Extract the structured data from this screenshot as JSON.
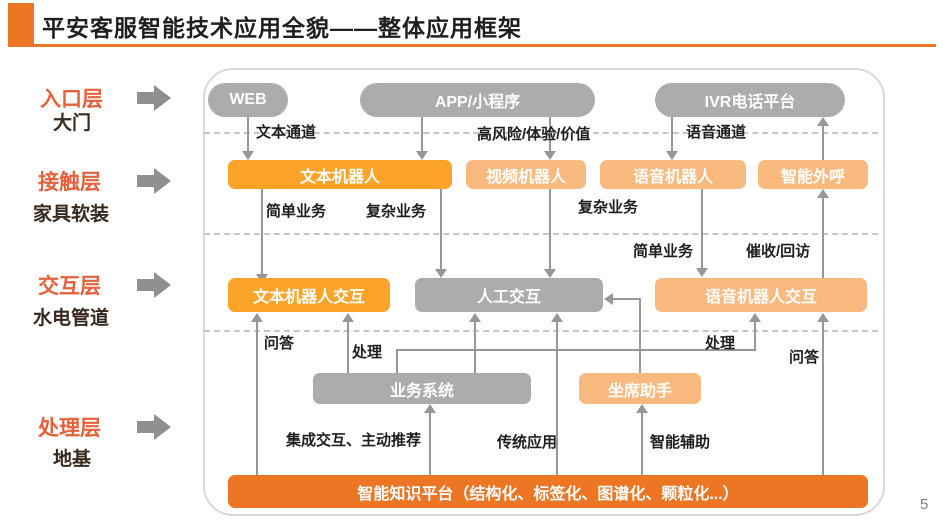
{
  "title": "平安客服智能技术应用全貌——整体应用框架",
  "page_number": "5",
  "colors": {
    "brand_orange": "#ED7625",
    "bright_orange": "#FBA429",
    "light_orange": "#F9B97F",
    "box_gray": "#ACACAC",
    "layer_label": "#E6603C",
    "line_gray": "#979797",
    "text_dark": "#1F1F1F"
  },
  "sidebar": {
    "layers": [
      {
        "name": "入口层",
        "metaphor": "大门"
      },
      {
        "name": "接触层",
        "metaphor": "家具软装"
      },
      {
        "name": "交互层",
        "metaphor": "水电管道"
      },
      {
        "name": "处理层",
        "metaphor": "地基"
      }
    ]
  },
  "diagram": {
    "entry": {
      "web": "WEB",
      "app": "APP/小程序",
      "ivr": "IVR电话平台"
    },
    "touch": {
      "text_robot": "文本机器人",
      "video_robot": "视频机器人",
      "voice_robot": "语音机器人",
      "outbound_call": "智能外呼"
    },
    "interaction": {
      "text_robot_interaction": "文本机器人交互",
      "human_interaction": "人工交互",
      "voice_robot_interaction": "语音机器人交互"
    },
    "process": {
      "business_system": "业务系统",
      "agent_assistant": "坐席助手",
      "knowledge_platform": "智能知识平台（结构化、标签化、图谱化、颗粒化...）"
    },
    "edge_labels": {
      "text_channel": "文本通道",
      "high_risk_experience_value": "高风险/体验/价值",
      "voice_channel": "语音通道",
      "simple_business_text": "简单业务",
      "complex_business_text": "复杂业务",
      "complex_business_video": "复杂业务",
      "simple_business_voice": "简单业务",
      "collection_callback": "催收/回访",
      "qa_text": "问答",
      "process_text": "处理",
      "process_voice": "处理",
      "qa_voice": "问答",
      "integrated_interaction": "集成交互、主动推荐",
      "traditional_app": "传统应用",
      "smart_assist": "智能辅助"
    }
  }
}
